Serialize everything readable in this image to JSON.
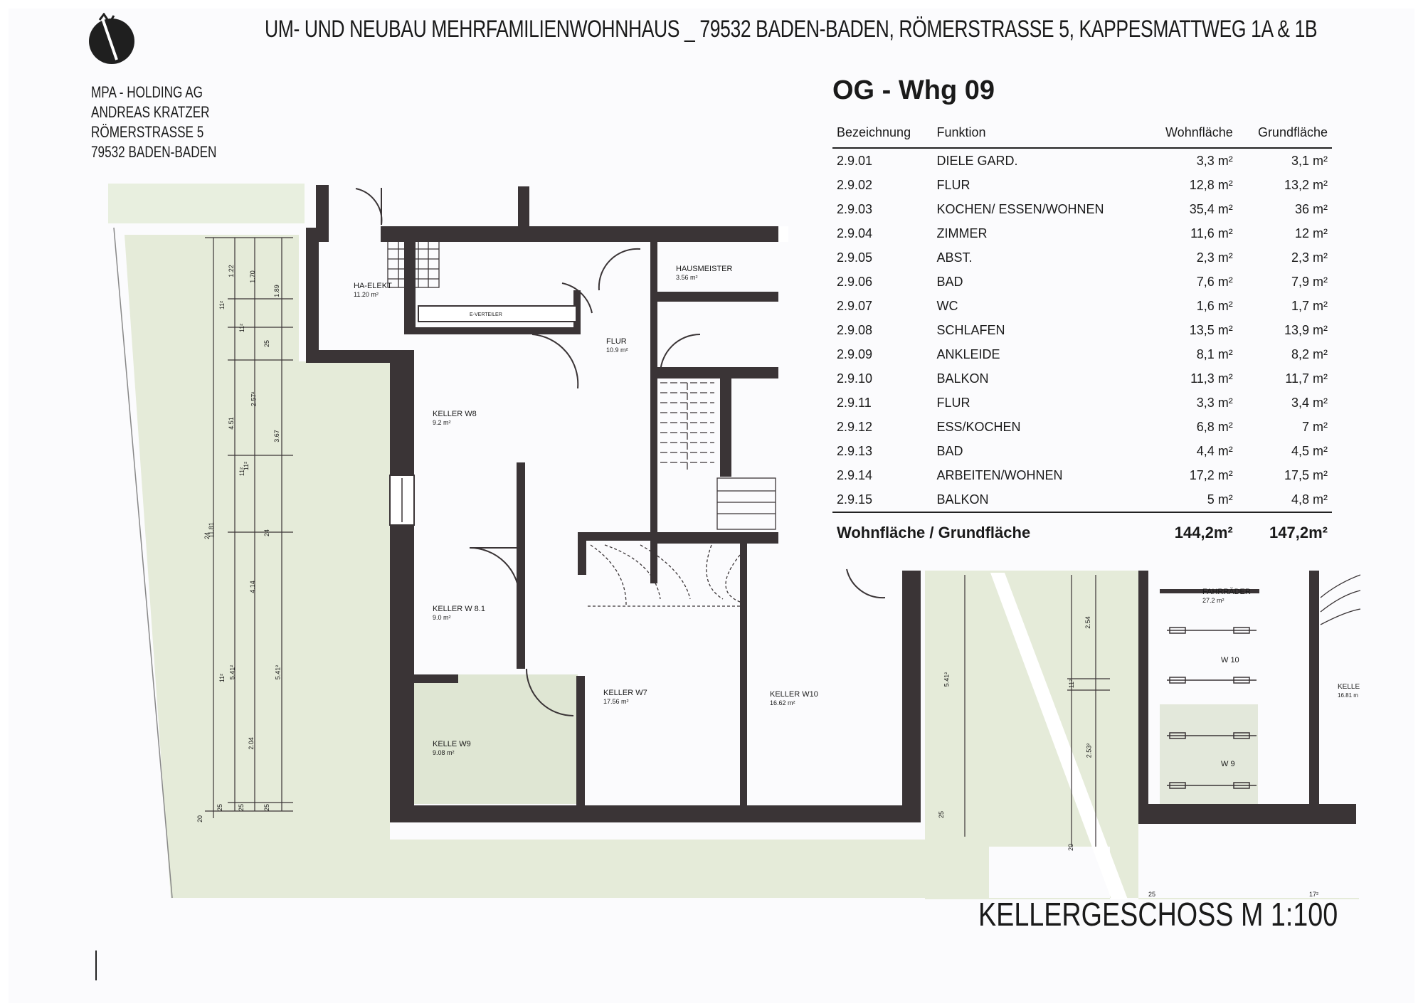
{
  "header": {
    "title": "UM- UND NEUBAU MEHRFAMILIENWOHNHAUS _ 79532 BADEN-BADEN, RÖMERSTRASSE 5, KAPPESMATTWEG 1A & 1B",
    "address_lines": [
      "MPA - HOLDING  AG",
      "ANDREAS  KRATZER",
      "RÖMERSTRASSE  5",
      "79532 BADEN-BADEN"
    ]
  },
  "unit": {
    "title": "OG  -  Whg 09",
    "columns": [
      "Bezeichnung",
      "Funktion",
      "Wohnfläche",
      "Grundfläche"
    ],
    "rows": [
      [
        "2.9.01",
        "DIELE GARD.",
        "3,3 m²",
        "3,1 m²"
      ],
      [
        "2.9.02",
        "FLUR",
        "12,8 m²",
        "13,2 m²"
      ],
      [
        "2.9.03",
        "KOCHEN/ ESSEN/WOHNEN",
        "35,4 m²",
        "36 m²"
      ],
      [
        "2.9.04",
        "ZIMMER",
        "11,6 m²",
        "12 m²"
      ],
      [
        "2.9.05",
        "ABST.",
        "2,3 m²",
        "2,3 m²"
      ],
      [
        "2.9.06",
        "BAD",
        "7,6 m²",
        "7,9 m²"
      ],
      [
        "2.9.07",
        "WC",
        "1,6 m²",
        "1,7 m²"
      ],
      [
        "2.9.08",
        "SCHLAFEN",
        "13,5 m²",
        "13,9 m²"
      ],
      [
        "2.9.09",
        "ANKLEIDE",
        "8,1 m²",
        "8,2 m²"
      ],
      [
        "2.9.10",
        "BALKON",
        "11,3 m²",
        "11,7 m²"
      ],
      [
        "2.9.11",
        "FLUR",
        "3,3 m²",
        "3,4 m²"
      ],
      [
        "2.9.12",
        "ESS/KOCHEN",
        "6,8 m²",
        "7 m²"
      ],
      [
        "2.9.13",
        "BAD",
        "4,4 m²",
        "4,5 m²"
      ],
      [
        "2.9.14",
        "ARBEITEN/WOHNEN",
        "17,2 m²",
        "17,5 m²"
      ],
      [
        "2.9.15",
        "BALKON",
        "5 m²",
        "4,8 m²"
      ]
    ],
    "total_label": "Wohnfläche / Grundfläche",
    "total_wohnflaeche": "144,2m²",
    "total_grundflaeche": "147,2m²"
  },
  "plan": {
    "label": "KELLERGESCHOSS  M 1:100",
    "rooms": {
      "ha_elekt": "HA-ELEKT",
      "ha_elekt_area": "11.20 m²",
      "hausmeister": "HAUSMEISTER",
      "hausmeister_area": "3.56 m²",
      "verteiler": "E-VERTEILER",
      "flur": "FLUR",
      "flur_area": "10.9 m²",
      "keller_w8": "KELLER W8",
      "keller_w8_area": "9.2 m²",
      "keller_w81": "KELLER W 8.1",
      "keller_w81_area": "9.0 m²",
      "kelle_w9": "KELLE W9",
      "kelle_w9_area": "9.08 m²",
      "keller_w7": "KELLER W7",
      "keller_w7_area": "17.56 m²",
      "keller_w10": "KELLER  W10",
      "keller_w10_area": "16.62 m²",
      "fahrraeder": "FAHRRÄDER",
      "fahrraeder_area": "27.2 m²",
      "w10": "W 10",
      "w9": "W 9",
      "keller_right": "KELLE",
      "keller_right_area": "16.81 m"
    },
    "dims_outer": [
      "11.81",
      "20"
    ],
    "dims_col1": [
      "1.22",
      "11²",
      "4.51",
      "11²",
      "24",
      "5.41²",
      "2.04",
      "25"
    ],
    "dims_col2": [
      "1.70",
      "11²",
      "2.57²",
      "11²",
      "4.14",
      "11²",
      "25"
    ],
    "dims_col3": [
      "1.89",
      "25",
      "3.67",
      "24",
      "5.41²",
      "25"
    ],
    "dims_right": [
      "5.41²",
      "2.54",
      "11²",
      "2.53²",
      "20",
      "25",
      "25",
      "17²"
    ]
  }
}
